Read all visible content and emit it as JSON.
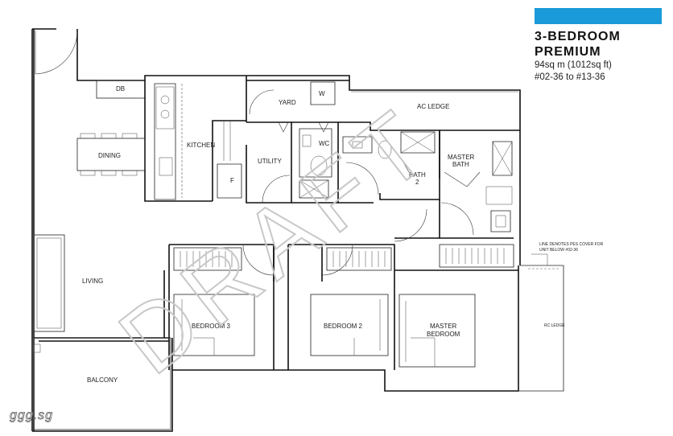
{
  "header": {
    "accent_color": "#1a9ad8",
    "title_line1": "3-BEDROOM",
    "title_line2": "PREMIUM",
    "area": "94sq m (1012sq ft)",
    "units": "#02-36 to #13-36"
  },
  "rooms": {
    "db": "DB",
    "yard": "YARD",
    "w": "W",
    "ac_ledge": "AC LEDGE",
    "dining": "DINING",
    "kitchen": "KITCHEN",
    "utility": "UTILITY",
    "wc": "WC",
    "f": "F",
    "master_bath_1": "MASTER",
    "master_bath_2": "BATH",
    "bath2_1": "BATH",
    "bath2_2": "2",
    "living": "LIVING",
    "bedroom3": "BEDROOM 3",
    "bedroom2": "BEDROOM 2",
    "master_bedroom_1": "MASTER",
    "master_bedroom_2": "BEDROOM",
    "balcony": "BALCONY",
    "rc_ledge": "RC LEDGE"
  },
  "notes": {
    "pes_line1": "LINE DENOTES PES COVER FOR",
    "pes_line2": "UNIT BELOW #02-36"
  },
  "watermarks": {
    "draft": "DRAFT",
    "site": "ggg.sg"
  }
}
